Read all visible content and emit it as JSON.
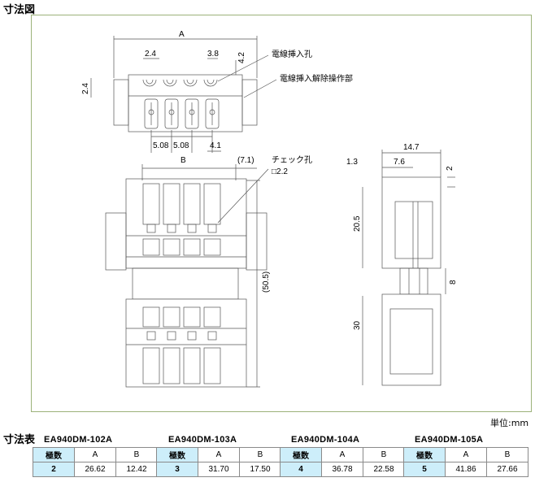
{
  "headings": {
    "drawing": "寸法図",
    "table": "寸法表"
  },
  "unit": "単位:mm",
  "drawing": {
    "top_view": {
      "A": "A",
      "pitch1": "2.4",
      "pitch2": "3.8",
      "h": "4.2",
      "left": "2.4",
      "bottom1": "5.08",
      "bottom2": "5.08",
      "bottom3": "4.1",
      "callout1": "電線挿入孔",
      "callout2": "電線挿入解除操作部"
    },
    "front_view": {
      "B": "B",
      "off": "(7.1)",
      "check": "チェック孔",
      "check_size": "□2.2",
      "height": "(50.5)"
    },
    "side_view": {
      "w": "14.7",
      "a": "1.3",
      "b": "7.6",
      "c": "2",
      "d": "20.5",
      "e": "8",
      "f": "30"
    }
  },
  "table": {
    "headers": {
      "poles": "極数",
      "a": "A",
      "b": "B"
    },
    "models": [
      {
        "name": "EA940DM-102A",
        "poles": "2",
        "a": "26.62",
        "b": "12.42"
      },
      {
        "name": "EA940DM-103A",
        "poles": "3",
        "a": "31.70",
        "b": "17.50"
      },
      {
        "name": "EA940DM-104A",
        "poles": "4",
        "a": "36.78",
        "b": "22.58"
      },
      {
        "name": "EA940DM-105A",
        "poles": "5",
        "a": "41.86",
        "b": "27.66"
      }
    ]
  }
}
